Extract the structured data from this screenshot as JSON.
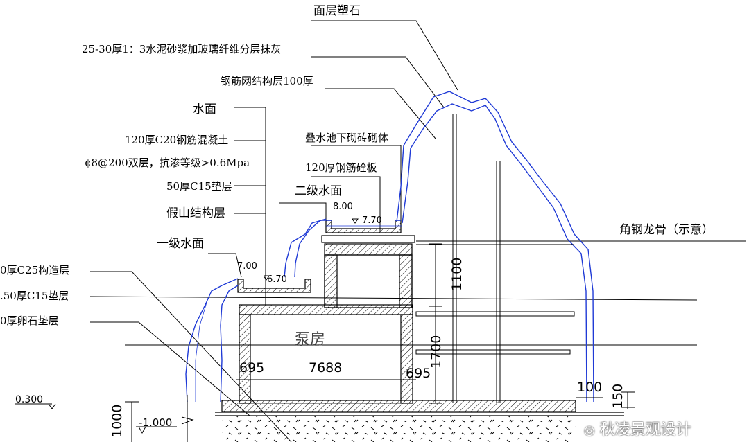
{
  "labels": {
    "mianceng_sushi": "面层塑石",
    "mohui": "25-30厚1：3水泥砂浆加玻璃纤维分层抹灰",
    "gangjinwang": "钢筋网结构层100厚",
    "shuimian": "水面",
    "c20": "120厚C20钢筋混凝土",
    "shuangceng": "¢8@200双层，抗渗等级>0.6Mpa",
    "c15_50": "50厚C15垫层",
    "jiashan": "假山结构层",
    "diechi": "叠水池下砌砖砌体",
    "banban": "120厚钢筋砼板",
    "erji": "二级水面",
    "yiji": "一级水面",
    "c25": "0厚C25构造层",
    "c15_150": ".50厚C15垫层",
    "luanshi": "0厚卵石垫层",
    "jiaogang": "角钢龙骨（示意）",
    "bengfang": "泵房"
  },
  "dims": {
    "lv_800": "8.00",
    "lv_770": "7.70",
    "lv_700": "7.00",
    "lv_670": "6.70",
    "w_695_l": "695",
    "w_7688": "7688",
    "w_695_r": "695",
    "h_1100": "1100",
    "h_1700": "1700",
    "d_100": "100",
    "d_150": "150",
    "lv_0300": "0.300",
    "lv_m1000": "-1.000",
    "h_1000": "1000"
  },
  "watermark": "秋凌景观设计",
  "colors": {
    "line": "#000000",
    "rock": "#1f3ad6",
    "water": "#1f3ad6",
    "bg": "#ffffff"
  }
}
